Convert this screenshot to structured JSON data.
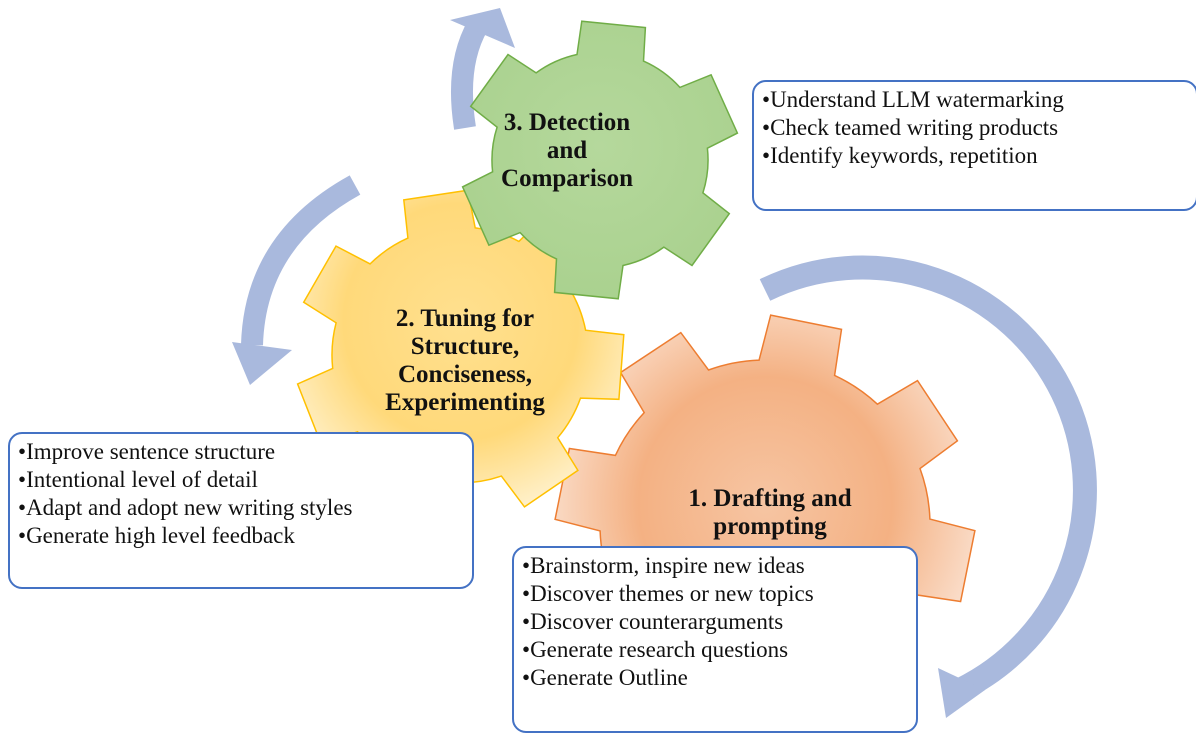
{
  "colors": {
    "gear_detection_fill": "#a9d18e",
    "gear_detection_stroke": "#70ad47",
    "gear_tuning_fill": "#ffd97a",
    "gear_tuning_stroke": "#ffc000",
    "gear_drafting_fill": "#f4b183",
    "gear_drafting_stroke": "#ed7d31",
    "cycle_arrow": "#a9b9dd",
    "note_border": "#4472c4"
  },
  "stages": [
    {
      "title_lines": [
        "3. Detection",
        "and",
        "Comparison"
      ],
      "bullets": [
        "Understand LLM watermarking",
        "Check teamed writing products",
        "Identify keywords, repetition"
      ]
    },
    {
      "title_lines": [
        "2. Tuning for",
        "Structure,",
        "Conciseness,",
        "Experimenting"
      ],
      "bullets": [
        "Improve sentence structure",
        "Intentional level of detail",
        "Adapt and adopt new writing styles",
        "Generate high level feedback"
      ]
    },
    {
      "title_lines": [
        "1. Drafting and",
        "prompting"
      ],
      "bullets": [
        "Brainstorm, inspire new ideas",
        "Discover themes or new topics",
        "Discover counterarguments",
        "Generate research questions",
        "Generate Outline"
      ]
    }
  ]
}
